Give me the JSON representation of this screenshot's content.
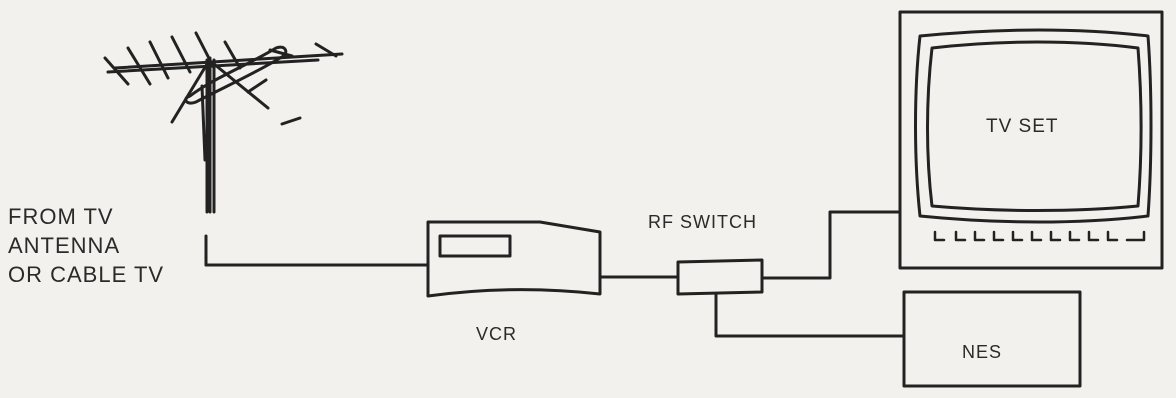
{
  "diagram": {
    "source_label": [
      "FROM TV",
      "ANTENNA",
      "OR CABLE TV"
    ],
    "vcr_label": "VCR",
    "rf_switch_label": "RF SWITCH",
    "tv_label": "TV SET",
    "nes_label": "NES"
  },
  "colors": {
    "ink": "#222222",
    "paper": "#f3f1ee"
  }
}
